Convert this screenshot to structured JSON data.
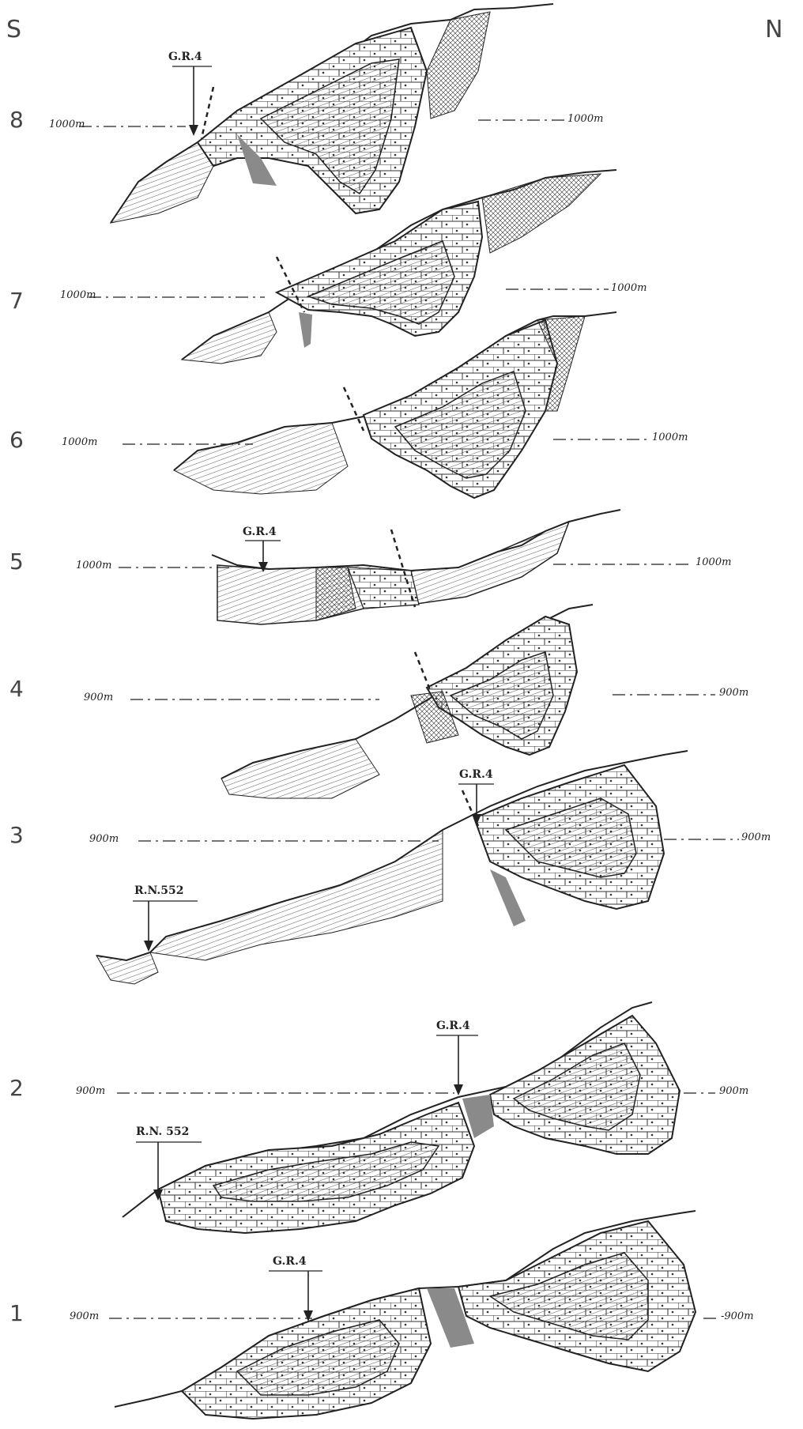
{
  "orientation": {
    "south": "S",
    "north": "N"
  },
  "sections": [
    {
      "number": "8",
      "elev_left": "1000m",
      "elev_right": "1000m",
      "markers": [
        "G.R.4"
      ]
    },
    {
      "number": "7",
      "elev_left": "1000m",
      "elev_right": "1000m",
      "markers": []
    },
    {
      "number": "6",
      "elev_left": "1000m",
      "elev_right": "1000m",
      "markers": []
    },
    {
      "number": "5",
      "elev_left": "1000m",
      "elev_right": "1000m",
      "markers": [
        "G.R.4"
      ]
    },
    {
      "number": "4",
      "elev_left": "900m",
      "elev_right": "900m",
      "markers": []
    },
    {
      "number": "3",
      "elev_left": "900m",
      "elev_right": "900m",
      "markers": [
        "G.R.4",
        "R.N.552"
      ]
    },
    {
      "number": "2",
      "elev_left": "900m",
      "elev_right": "900m",
      "markers": [
        "G.R.4",
        "R.N. 552"
      ]
    },
    {
      "number": "1",
      "elev_left": "900m",
      "elev_right": "-900m",
      "markers": [
        "G.R.4"
      ]
    }
  ],
  "style": {
    "ink": "#222222",
    "fault_fill": "#8a8a8a",
    "paper": "#ffffff"
  }
}
